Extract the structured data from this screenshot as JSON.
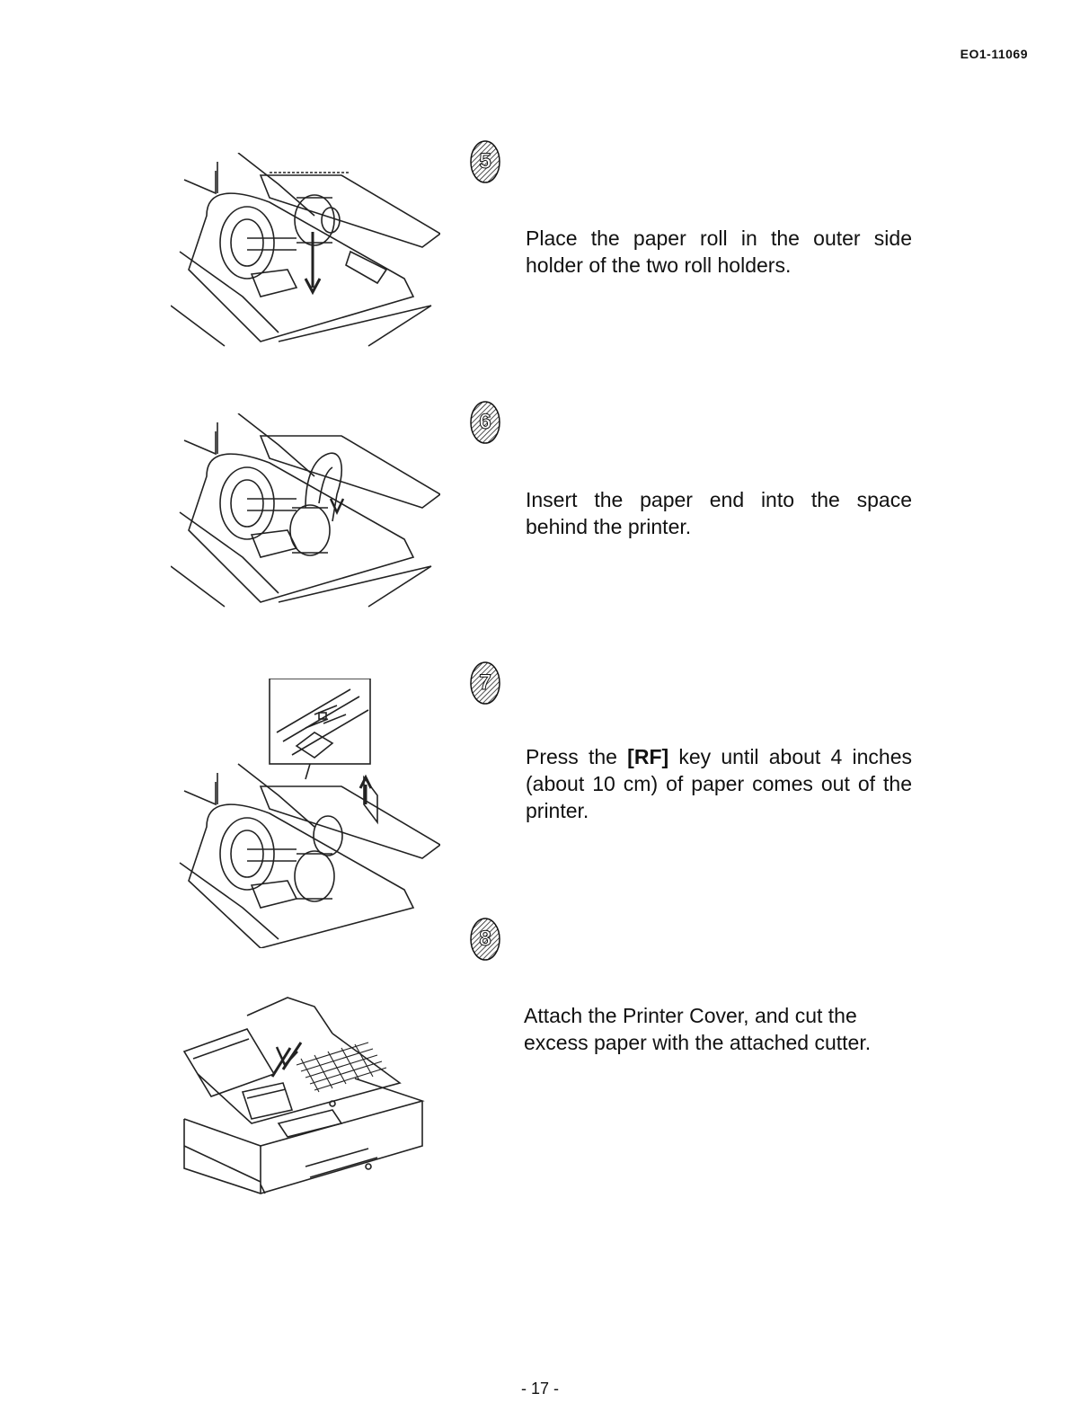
{
  "header": {
    "document_id": "EO1-11069"
  },
  "steps": [
    {
      "number": "5",
      "text": "Place the paper roll in the outer side holder of the two roll holders."
    },
    {
      "number": "6",
      "text": "Insert the paper end into the space behind the printer."
    },
    {
      "number": "7",
      "text_before_key": "Press the",
      "key": "[RF]",
      "text_after_key": "key until about 4 inches (about 10 cm) of paper comes out of the printer."
    },
    {
      "number": "8",
      "text": "Attach the Printer Cover, and cut the excess paper with the attached cutter."
    }
  ],
  "footer": {
    "page_number": "- 17 -"
  }
}
